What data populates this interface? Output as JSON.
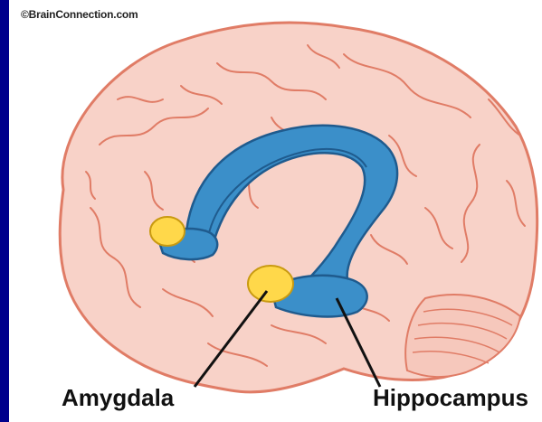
{
  "copyright": "©BrainConnection.com",
  "labels": {
    "amygdala": "Amygdala",
    "hippocampus": "Hippocampus"
  },
  "colors": {
    "background": "#00008c",
    "brain_fill": "#f8d2c8",
    "brain_outline": "#e07c66",
    "limbic_blue": "#3b8fc9",
    "limbic_outline": "#1f5b8e",
    "amygdala_yellow": "#ffd84a",
    "leader_line": "#111111"
  }
}
